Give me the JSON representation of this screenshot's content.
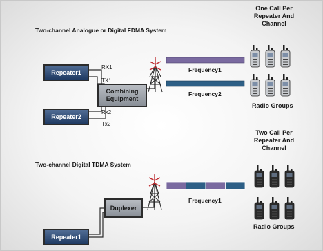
{
  "fdma": {
    "title": "Two-channel Analogue or Digital FDMA System",
    "heading": "One Call Per Repeater And Channel",
    "repeater1": "Repeater1",
    "repeater2": "Repeater2",
    "combiner": "Combining Equipment",
    "rx1": "RX1",
    "tx1": "TX1",
    "rx2": "Rx2",
    "tx2": "Tx2",
    "frequency1": "Frequency1",
    "frequency2": "Frequency2",
    "radio_groups": "Radio Groups"
  },
  "tdma": {
    "title": "Two-channel Digital TDMA System",
    "heading": "Two Call Per Repeater And Channel",
    "duplexer": "Duplexer",
    "repeater1": "Repeater1",
    "frequency1": "Frequency1",
    "radio_groups": "Radio Groups"
  },
  "colors": {
    "purple": "#7a6aa0",
    "blue": "#2d5f86",
    "navy": "#1f3a62",
    "grey": "#9aa0a8",
    "antenna_tip": "#c0282d"
  }
}
